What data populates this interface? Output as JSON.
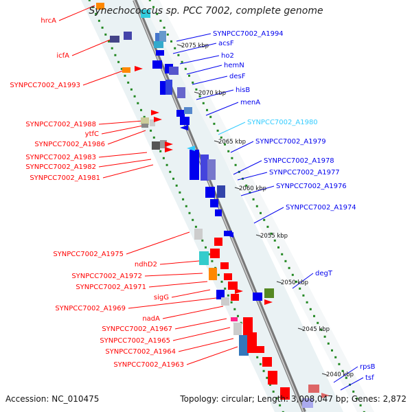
{
  "title": "Synechococcus sp. PCC 7002, complete genome",
  "footer": {
    "accession": "Accession: NC_010475",
    "topology": "Topology: circular; Length: 3,008,047 bp; Genes: 2,872"
  },
  "colors": {
    "forward": "#ff0000",
    "reverse": "#0000ee",
    "highlight": "#33ccff",
    "tick": "#228822",
    "backbone": "#888888"
  },
  "kbp_marks": [
    "2075 kbp",
    "2070 kbp",
    "2065 kbp",
    "2060 kbp",
    "2055 kbp",
    "2050 kbp",
    "2045 kbp",
    "2040 kbp"
  ],
  "left_labels": [
    "hrcA",
    "icfA",
    "SYNPCC7002_A1993",
    "SYNPCC7002_A1988",
    "ytfC",
    "SYNPCC7002_A1986",
    "SYNPCC7002_A1983",
    "SYNPCC7002_A1982",
    "SYNPCC7002_A1981",
    "SYNPCC7002_A1975",
    "ndhD2",
    "SYNPCC7002_A1972",
    "SYNPCC7002_A1971",
    "sigG",
    "SYNPCC7002_A1969",
    "nadA",
    "SYNPCC7002_A1967",
    "SYNPCC7002_A1965",
    "SYNPCC7002_A1964",
    "SYNPCC7002_A1963"
  ],
  "right_labels": [
    "SYNPCC7002_A1994",
    "acsF",
    "ho2",
    "hemN",
    "desF",
    "hisB",
    "menA",
    "SYNPCC7002_A1980",
    "SYNPCC7002_A1979",
    "SYNPCC7002_A1978",
    "SYNPCC7002_A1977",
    "SYNPCC7002_A1976",
    "SYNPCC7002_A1974",
    "degT",
    "rpsB",
    "tsf"
  ]
}
